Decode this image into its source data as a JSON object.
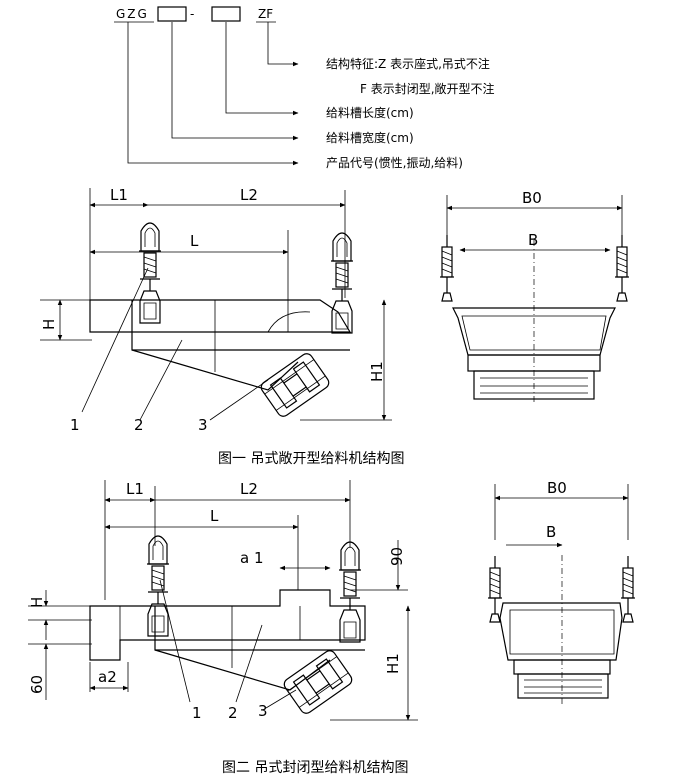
{
  "model_code": {
    "title_fragment": "",
    "prefix": "GZG",
    "dash": "-",
    "suffix": "ZF"
  },
  "legend": [
    "结构特征:Z 表示座式,吊式不注",
    "F 表示封闭型,敞开型不注",
    "给料槽长度(cm)",
    "给料槽宽度(cm)",
    "产品代号(惯性,振动,给料)"
  ],
  "figure1": {
    "caption": "图一    吊式敞开型给料机结构图",
    "dims": {
      "L1": "L1",
      "L2": "L2",
      "L": "L",
      "H": "H",
      "H1": "H1",
      "B0": "B0",
      "B": "B"
    },
    "parts": [
      "1",
      "2",
      "3"
    ]
  },
  "figure2": {
    "caption": "图二    吊式封闭型给料机结构图",
    "dims": {
      "L1": "L1",
      "L2": "L2",
      "L": "L",
      "H": "H",
      "H1": "H1",
      "B0": "B0",
      "B": "B",
      "a1": "a 1",
      "a2": "a2",
      "d90": "90",
      "d60": "60"
    },
    "parts": [
      "1",
      "2",
      "3"
    ]
  }
}
